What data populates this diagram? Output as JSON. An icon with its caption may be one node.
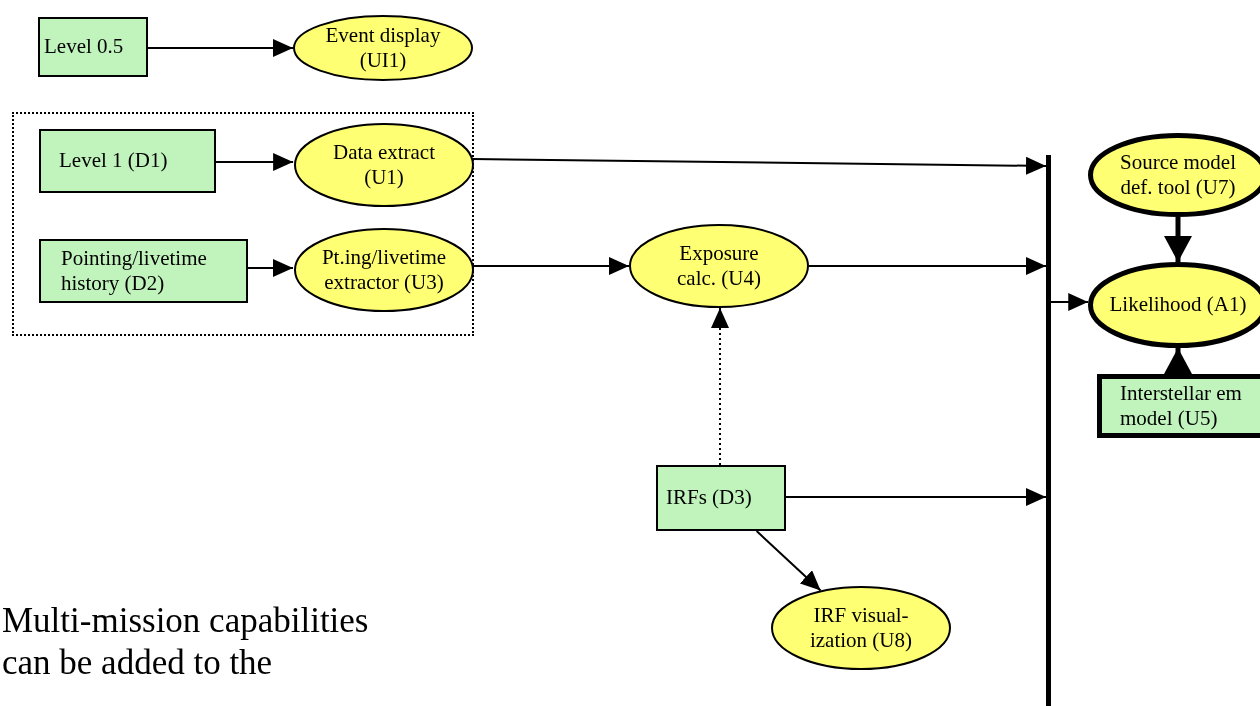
{
  "diagram": {
    "nodes": [
      {
        "text": [
          "Level 0.5"
        ]
      },
      {
        "text": [
          "Event display (UI1)"
        ]
      },
      {
        "text": [],
        "shape": "box"
      },
      {
        "text": [
          "Level 1 (D1)"
        ],
        "in": 2
      },
      {
        "text": [
          "Data extract (U1)"
        ],
        "in": 2
      },
      {
        "text": [
          "Pointing/livetime history (D2)"
        ],
        "in": 2
      },
      {
        "text": [
          "Pt.ing/livetime extractor (U3)"
        ],
        "in": 2
      },
      {
        "text": [
          "Exposure calc. (U4)"
        ]
      },
      {
        "text": [],
        "shape": "bar"
      },
      {
        "text": [
          "Source model def. tool (U7)"
        ]
      },
      {
        "text": [
          "Likelihood (A1)"
        ]
      },
      {
        "text": [
          "Interstellar em model (U5)"
        ]
      },
      {
        "text": [
          "IRFs (D3)"
        ]
      },
      {
        "text": [
          "IRF visual- ization (U8)"
        ]
      }
    ],
    "edges": [
      {
        "from": 0,
        "to": 1,
        "arrow": "to"
      },
      {
        "from": 3,
        "to": 4,
        "arrow": "to"
      },
      {
        "from": 5,
        "to": 6,
        "arrow": "to"
      },
      {
        "from": 4,
        "to": 8,
        "arrow": "to"
      },
      {
        "from": 6,
        "to": 7,
        "arrow": "to"
      },
      {
        "from": 7,
        "to": 8,
        "arrow": "to"
      },
      {
        "from": 12,
        "to": 7,
        "arrow": "to",
        "style": "dashed"
      },
      {
        "from": 12,
        "to": 8,
        "arrow": "to"
      },
      {
        "from": 12,
        "to": 13,
        "arrow": "to"
      },
      {
        "from": 8,
        "to": 10,
        "arrow": "to"
      },
      {
        "from": 9,
        "to": 10,
        "arrow": "to",
        "style": "thick"
      },
      {
        "from": 11,
        "to": 10,
        "arrow": "to",
        "style": "thick"
      }
    ],
    "labels": [
      "Multi-mission capabilities can be added to the"
    ]
  }
}
